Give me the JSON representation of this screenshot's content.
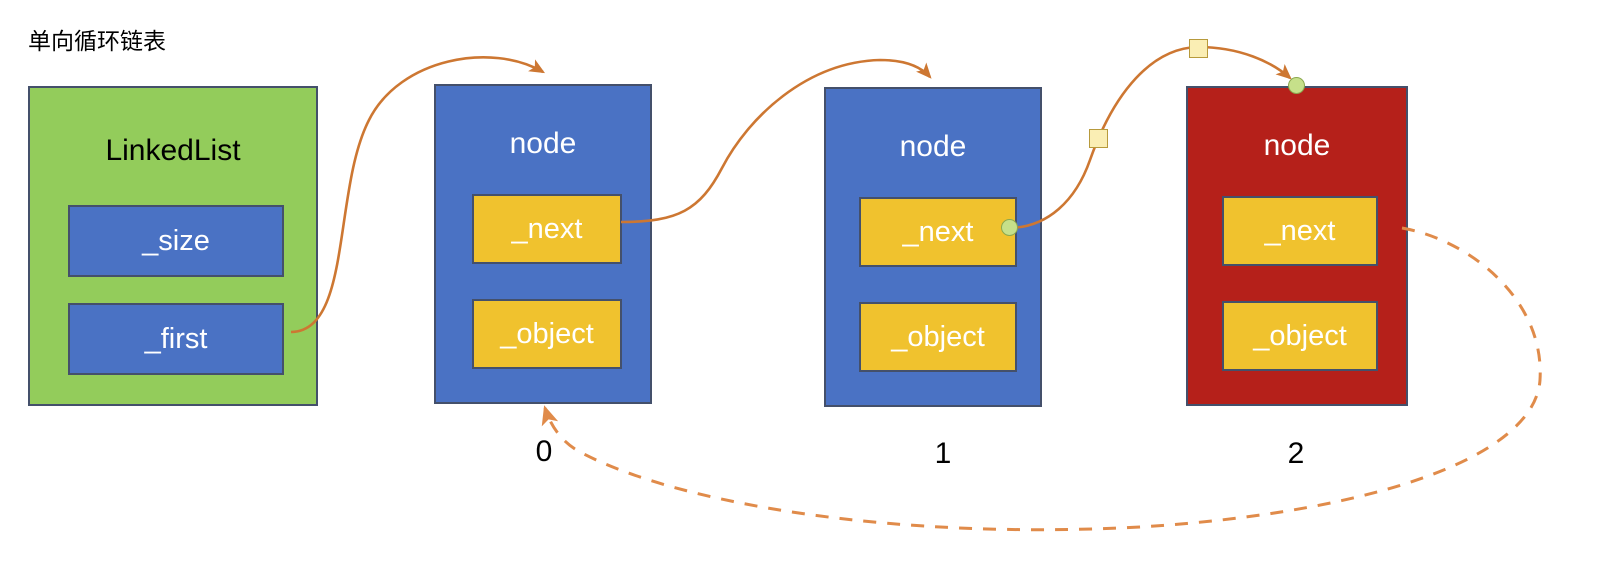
{
  "title": "单向循环链表",
  "palette": {
    "green": "#93cc5b",
    "blue": "#4a72c4",
    "red": "#b5201a",
    "yellow": "#f0c22e",
    "border": "#44506b",
    "connector": "#cd7732",
    "endpoint_dot": "#c6e08a",
    "waypoint": "#faeeb4",
    "background": "#ffffff"
  },
  "list_box": {
    "label": "LinkedList",
    "fields": [
      {
        "label": "_size"
      },
      {
        "label": "_first"
      }
    ]
  },
  "nodes": [
    {
      "label": "node",
      "index_label": "0",
      "color": "blue",
      "fields": [
        {
          "label": "_next"
        },
        {
          "label": "_object"
        }
      ]
    },
    {
      "label": "node",
      "index_label": "1",
      "color": "blue",
      "fields": [
        {
          "label": "_next"
        },
        {
          "label": "_object"
        }
      ]
    },
    {
      "label": "node",
      "index_label": "2",
      "color": "red",
      "fields": [
        {
          "label": "_next"
        },
        {
          "label": "_object"
        }
      ]
    }
  ],
  "connectors": [
    {
      "name": "first-to-node0",
      "from": "_first",
      "to": "node-0",
      "style": "solid",
      "arrowhead": true
    },
    {
      "name": "node0-next-to-node1",
      "from": "node-0._next",
      "to": "node-1",
      "style": "solid",
      "arrowhead": true
    },
    {
      "name": "node1-next-to-node2",
      "from": "node-1._next",
      "to": "node-2",
      "style": "solid",
      "arrowhead": true
    },
    {
      "name": "node2-next-to-node0",
      "from": "node-2._next",
      "to": "node-0",
      "style": "dashed",
      "arrowhead": true
    }
  ]
}
